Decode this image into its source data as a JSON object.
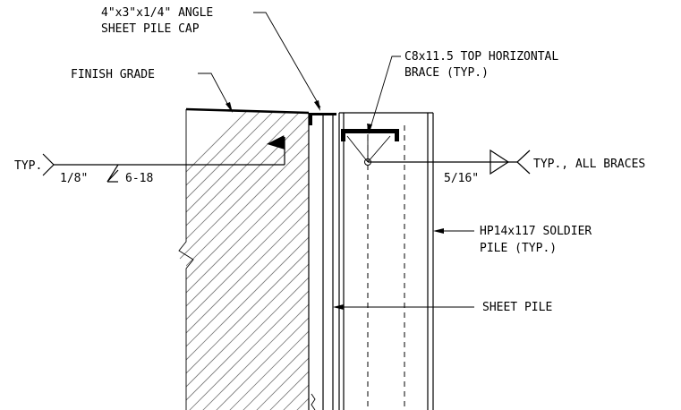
{
  "labels": {
    "angle_cap_line1": "4\"x3\"x1/4\" ANGLE",
    "angle_cap_line2": "SHEET PILE CAP",
    "finish_grade": "FINISH GRADE",
    "brace_line1": "C8x11.5 TOP HORIZONTAL",
    "brace_line2": "BRACE (TYP.)",
    "weld_left_typ": "TYP.",
    "weld_left_size": "1/8\"",
    "weld_left_pitch": "6-18",
    "weld_right_size": "5/16\"",
    "weld_right_typ": "TYP., ALL BRACES",
    "soldier_line1": "HP14x117 SOLDIER",
    "soldier_line2": "PILE (TYP.)",
    "sheet_pile": "SHEET PILE"
  }
}
